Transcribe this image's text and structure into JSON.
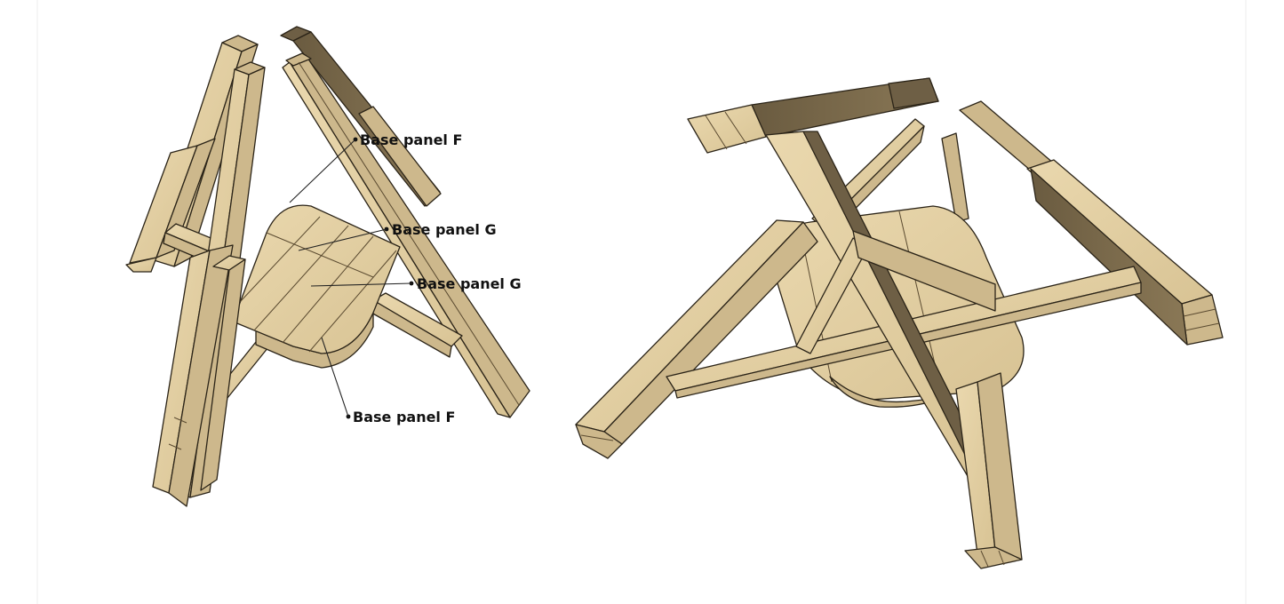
{
  "labels": [
    {
      "id": "label-base-panel-f-top",
      "text": "Base panel F"
    },
    {
      "id": "label-base-panel-g-upper",
      "text": "Base panel G"
    },
    {
      "id": "label-base-panel-g-lower",
      "text": "Base panel G"
    },
    {
      "id": "label-base-panel-f-bottom",
      "text": "Base panel F"
    }
  ],
  "colors": {
    "wood_light": "#e2cfa4",
    "wood_mid": "#cdb88c",
    "wood_dark": "#7a6a4e",
    "outline": "#2b2418",
    "background": "#ffffff"
  }
}
